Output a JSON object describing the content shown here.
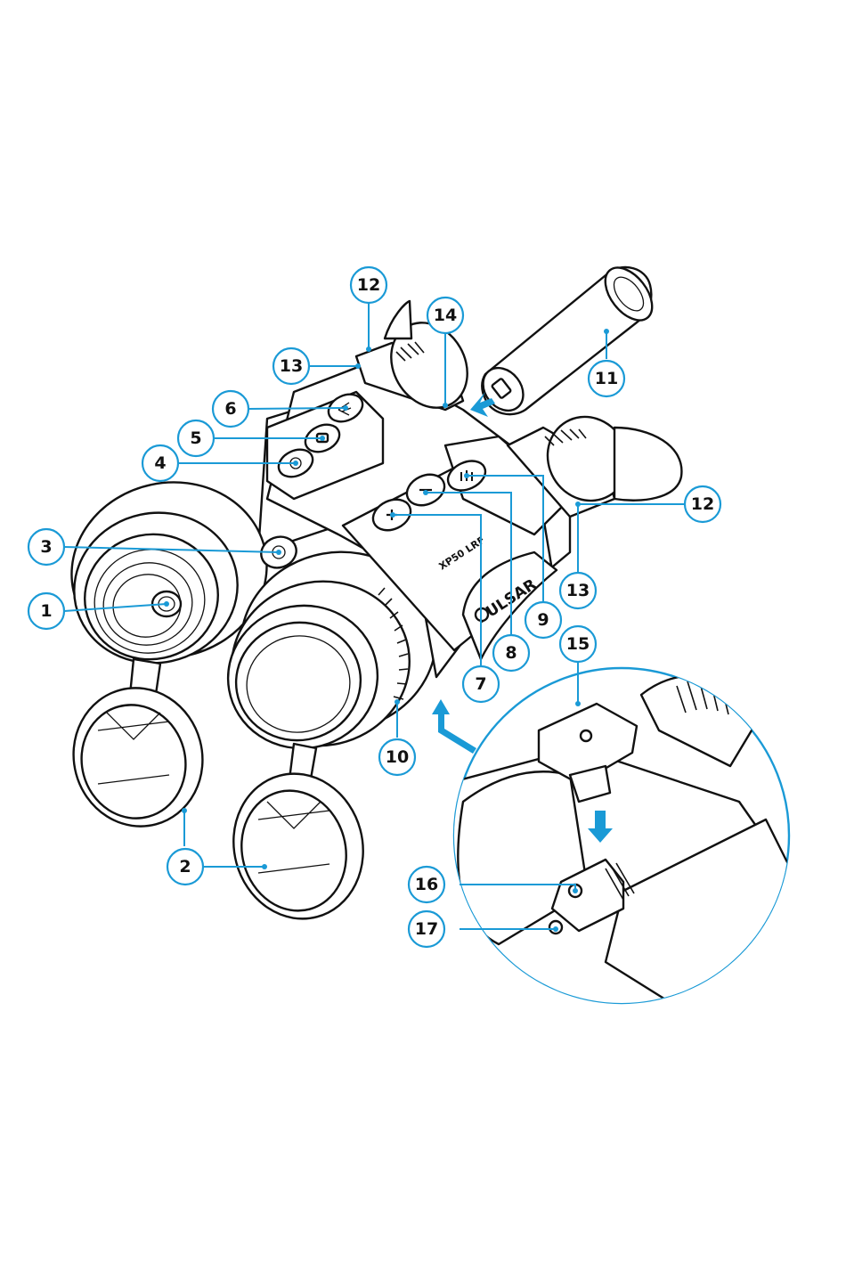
{
  "product": {
    "brand": "PULSAR",
    "model": "XP50 LRF"
  },
  "callouts": [
    {
      "label": "1"
    },
    {
      "label": "2"
    },
    {
      "label": "3"
    },
    {
      "label": "4"
    },
    {
      "label": "5"
    },
    {
      "label": "6"
    },
    {
      "label": "7"
    },
    {
      "label": "8"
    },
    {
      "label": "9"
    },
    {
      "label": "10"
    },
    {
      "label": "11"
    },
    {
      "label": "12"
    },
    {
      "label": "12"
    },
    {
      "label": "13"
    },
    {
      "label": "13"
    },
    {
      "label": "14"
    },
    {
      "label": "15"
    },
    {
      "label": "16"
    },
    {
      "label": "17"
    }
  ],
  "colors": {
    "callout_accent": "#1a9ad6",
    "line_art": "#111111",
    "background": "#ffffff"
  },
  "icons": [
    "battery-pack-icon",
    "usb-port-icon",
    "power-icon",
    "camera-icon",
    "laser-rangefinder-icon",
    "plus-icon",
    "minus-icon",
    "menu-icon",
    "pulsar-logo-icon",
    "tripod-adapter-icon"
  ]
}
